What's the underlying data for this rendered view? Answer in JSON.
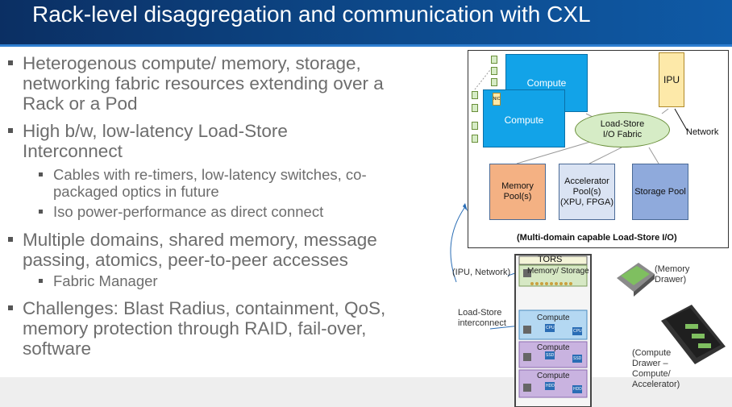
{
  "slide": {
    "title": "Rack-level disaggregation and communication with CXL"
  },
  "bullets": [
    {
      "lines": [
        "Heterogenous compute/ memory, storage,",
        "networking fabric resources extending over a",
        "Rack or a Pod"
      ]
    },
    {
      "lines": [
        "High b/w, low-latency Load-Store",
        "Interconnect"
      ]
    },
    {
      "lines": [
        "Multiple domains, shared memory, message",
        "passing, atomics, peer-to-peer accesses"
      ]
    },
    {
      "lines": [
        "Challenges: Blast Radius, containment, QoS,",
        "memory protection through RAID, fail-over,",
        "software"
      ]
    }
  ],
  "subbullets": [
    {
      "lines": [
        "Cables with re-timers, low-latency switches, co-",
        "packaged optics in future"
      ]
    },
    {
      "lines": [
        "Iso power-performance as direct connect"
      ]
    },
    {
      "lines": [
        "Fabric Manager"
      ]
    }
  ],
  "diagram": {
    "compute_top": "Compute",
    "compute_front": "Compute",
    "nic_label": "NIC",
    "ipu": "IPU",
    "fabric": [
      "Load-Store",
      "I/O Fabric"
    ],
    "network": "Network",
    "memory_pool": [
      "Memory",
      "Pool(s)"
    ],
    "accelerator_pool": [
      "Accelerator",
      "Pool(s)",
      "(XPU, FPGA)"
    ],
    "storage_pool": "Storage Pool",
    "caption": "(Multi-domain capable Load-Store I/O)"
  },
  "rack": {
    "tors": "TORS",
    "memory_storage": "Memory/ Storage",
    "compute_label": "Compute",
    "cpu": "CPU",
    "ssd": "SSD",
    "hdd": "HDD",
    "ipu_network": "(IPU, Network)",
    "load_store": [
      "Load-Store",
      "interconnect"
    ],
    "memory_drawer": [
      "(Memory",
      "Drawer)"
    ],
    "compute_drawer": [
      "(Compute",
      "Drawer –",
      "Compute/",
      "Accelerator)"
    ]
  },
  "colors": {
    "header": "#0d4a8c",
    "compute": "#12a3e8",
    "ipu": "#fde9a9",
    "fabric": "#d6ecc6",
    "memory_pool": "#f4b183",
    "accelerator_pool": "#dae3f3",
    "storage_pool": "#8faadc",
    "rack_compute": "#b4d8f2",
    "rack_compute2": "#c9b3e0"
  }
}
